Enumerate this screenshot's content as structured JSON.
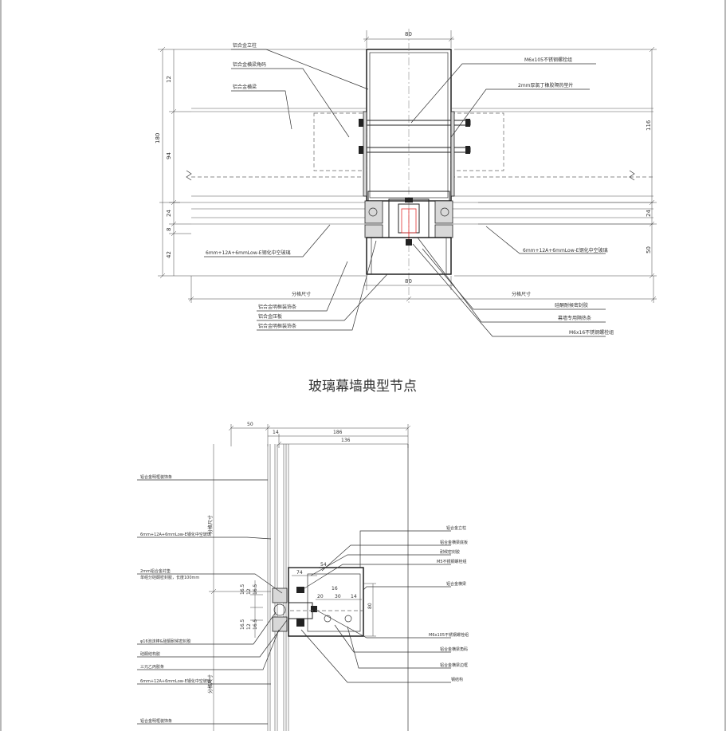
{
  "title": "玻璃幕墙典型节点",
  "plan_section": {
    "dims_top": [
      "80"
    ],
    "dims_left": [
      "12",
      "94",
      "180",
      "24",
      "8",
      "42"
    ],
    "dims_right": [
      "116",
      "24",
      "50"
    ],
    "dims_bottom": [
      "80",
      "分格尺寸",
      "分格尺寸"
    ],
    "labels_left": [
      "铝合金立柱",
      "铝合金横梁角码",
      "铝合金横梁",
      "6mm+12A+6mmLow-E钢化中空玻璃"
    ],
    "labels_right": [
      "M6x105不锈钢螺栓组",
      "2mm厚氯丁橡胶隔热垫片",
      "6mm+12A+6mmLow-E钢化中空玻璃"
    ],
    "labels_bottom_left": [
      "铝合金明框装饰条",
      "铝合金压板",
      "铝合金明框装饰条"
    ],
    "labels_bottom_right": [
      "硅酮耐候密封胶",
      "幕墙专用隔热条",
      "M6x16不锈钢螺栓组"
    ]
  },
  "vertical_section": {
    "dims_top": [
      "50",
      "186",
      "136",
      "14"
    ],
    "dims_side": [
      "分格尺寸",
      "分格尺寸"
    ],
    "dims_detail": [
      "74",
      "54",
      "16",
      "20",
      "30",
      "14",
      "80"
    ],
    "dims_stack": [
      "16.5",
      "12",
      "16.5",
      "16.5",
      "12",
      "16.5"
    ],
    "labels_left": [
      "铝合金明框装饰条",
      "6mm+12A+6mmLow-E钢化中空玻璃",
      "2mm铝合金衬垫",
      "单组分硅酮密封胶，长度100mm",
      "φ16泡沫棒&硅酮耐候密封胶",
      "硅酮结构胶",
      "三元乙丙胶条",
      "6mm+12A+6mmLow-E钢化中空玻璃",
      "铝合金明框装饰条"
    ],
    "labels_right": [
      "铝合金立柱",
      "铝合金横梁底板",
      "耐候密封胶",
      "M5不锈钢螺栓组",
      "铝合金横梁",
      "M6x105不锈钢螺栓组",
      "铝合金横梁角码",
      "铝合金横梁边框",
      "钢结构"
    ]
  }
}
